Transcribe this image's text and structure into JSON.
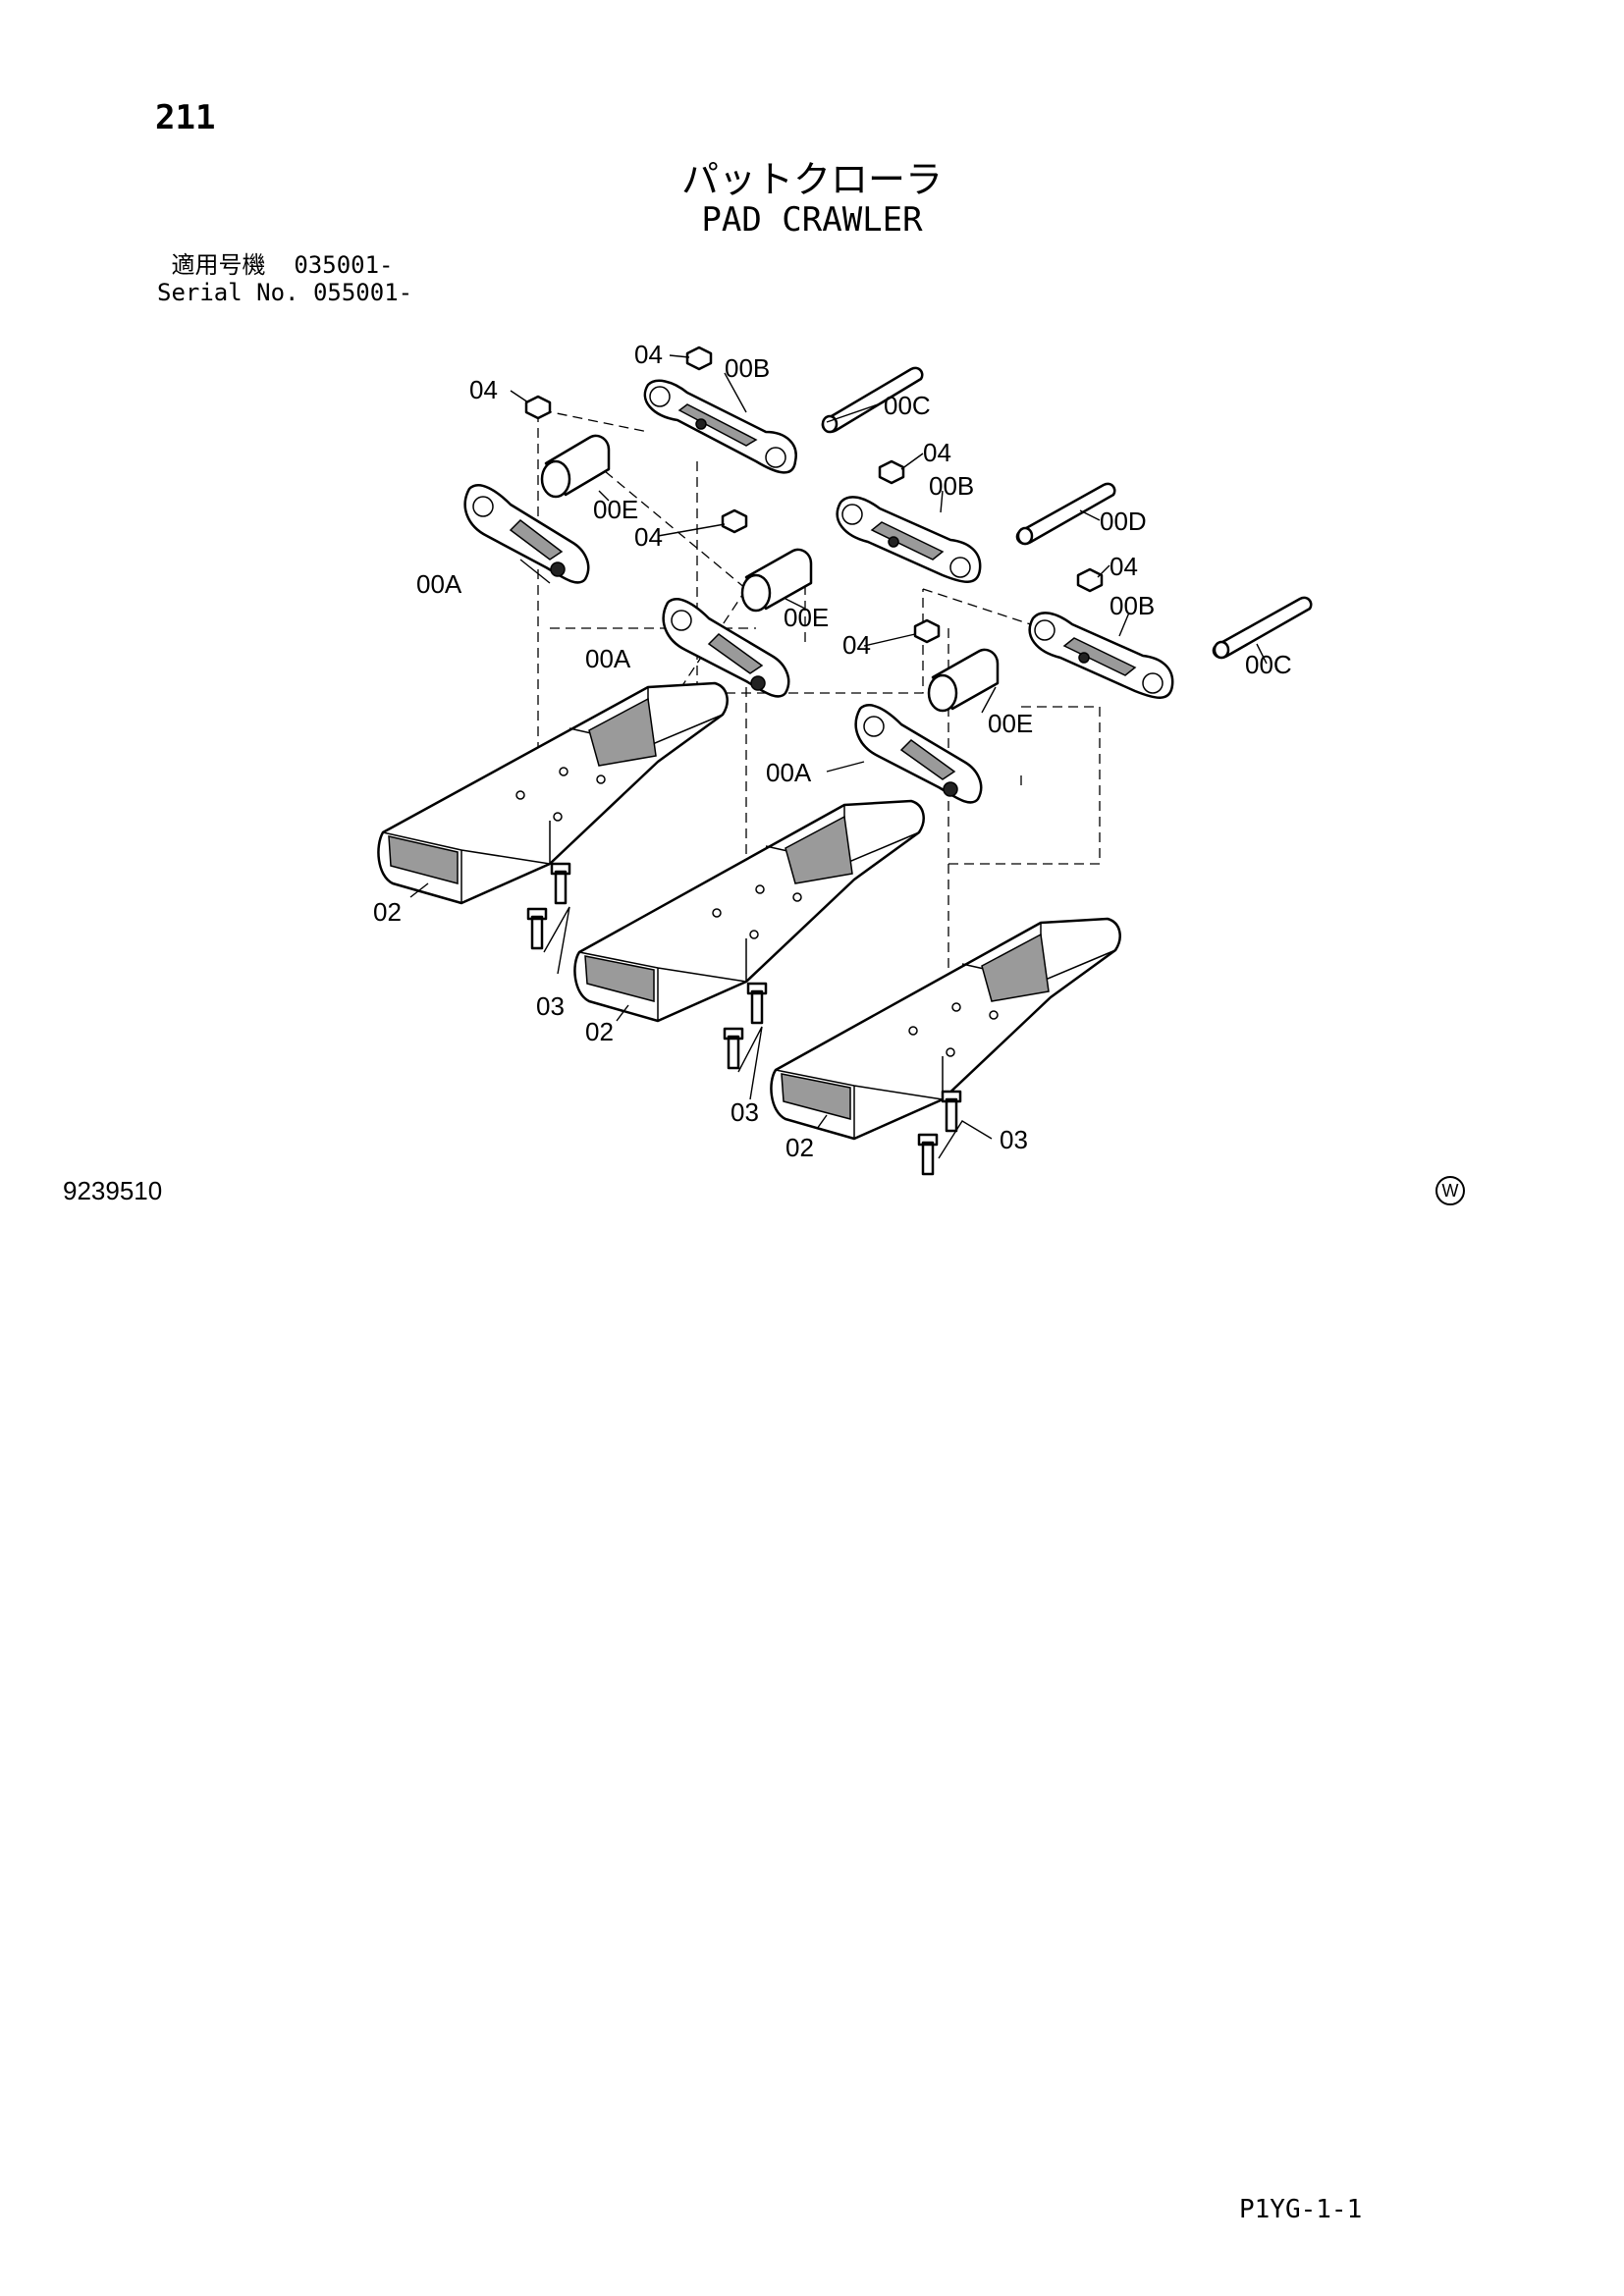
{
  "header": {
    "page_number": "211",
    "title_jp": "パットクローラ",
    "title_en": "PAD CRAWLER",
    "serial": {
      "label_jp": "適用号機",
      "value_jp": "035001-",
      "label_en": "Serial No.",
      "value_en": "055001-"
    }
  },
  "callouts": [
    {
      "id": "c01",
      "text": "04"
    },
    {
      "id": "c02",
      "text": "04"
    },
    {
      "id": "c03",
      "text": "00B"
    },
    {
      "id": "c04",
      "text": "00C"
    },
    {
      "id": "c05",
      "text": "04"
    },
    {
      "id": "c06",
      "text": "00B"
    },
    {
      "id": "c07",
      "text": "00E"
    },
    {
      "id": "c08",
      "text": "04"
    },
    {
      "id": "c09",
      "text": "00D"
    },
    {
      "id": "c10",
      "text": "00A"
    },
    {
      "id": "c11",
      "text": "04"
    },
    {
      "id": "c12",
      "text": "00B"
    },
    {
      "id": "c13",
      "text": "00E"
    },
    {
      "id": "c14",
      "text": "00A"
    },
    {
      "id": "c15",
      "text": "04"
    },
    {
      "id": "c16",
      "text": "00C"
    },
    {
      "id": "c17",
      "text": "00E"
    },
    {
      "id": "c18",
      "text": "00A"
    },
    {
      "id": "c19",
      "text": "02"
    },
    {
      "id": "c20",
      "text": "03"
    },
    {
      "id": "c21",
      "text": "02"
    },
    {
      "id": "c22",
      "text": "03"
    },
    {
      "id": "c23",
      "text": "02"
    },
    {
      "id": "c24",
      "text": "03"
    }
  ],
  "footer": {
    "drawing_id": "9239510",
    "brand_mark": "W",
    "page_code": "P1YG-1-1"
  }
}
